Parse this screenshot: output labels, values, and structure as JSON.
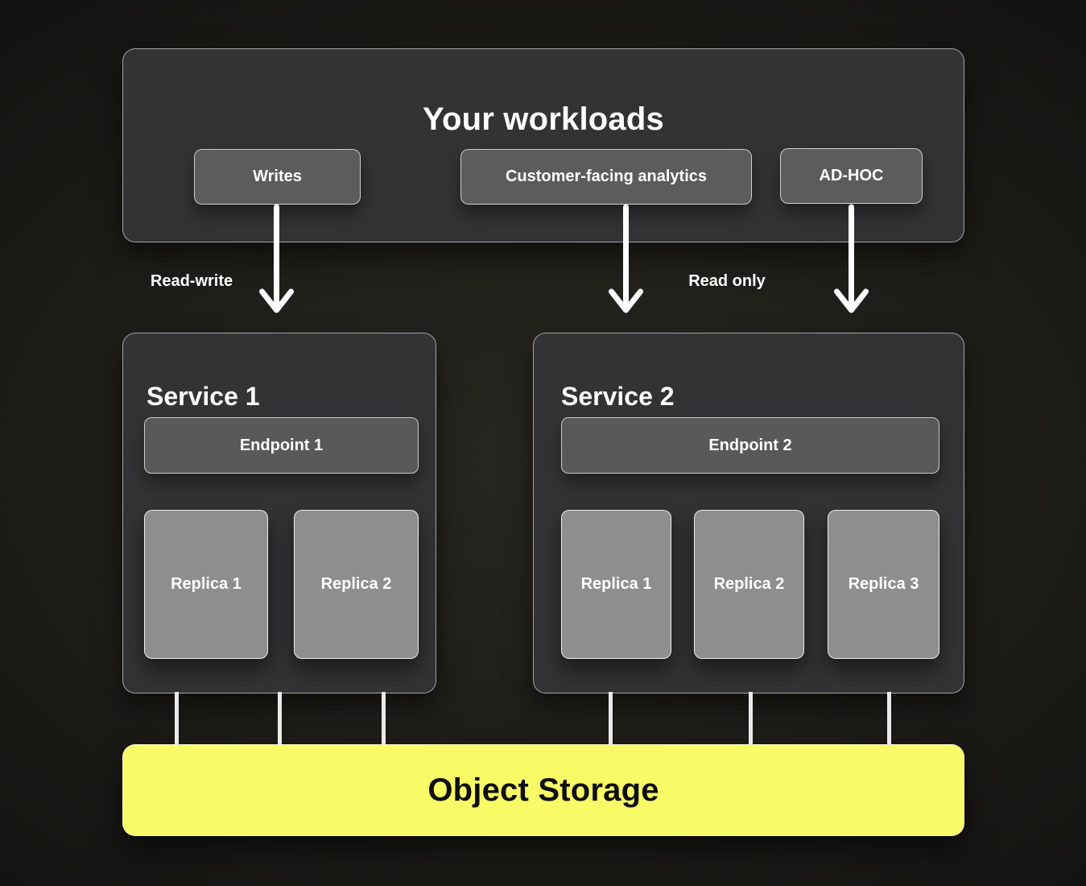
{
  "workloads_panel": {
    "title": "Your workloads",
    "chips": [
      {
        "label": "Writes"
      },
      {
        "label": "Customer-facing analytics"
      },
      {
        "label": "AD-HOC"
      }
    ]
  },
  "flow": {
    "read_write_label": "Read-write",
    "read_only_label": "Read only"
  },
  "services": [
    {
      "title": "Service 1",
      "endpoint": "Endpoint 1",
      "replicas": [
        {
          "label": "Replica 1"
        },
        {
          "label": "Replica 2"
        }
      ]
    },
    {
      "title": "Service 2",
      "endpoint": "Endpoint 2",
      "replicas": [
        {
          "label": "Replica 1"
        },
        {
          "label": "Replica 2"
        },
        {
          "label": "Replica 3"
        }
      ]
    }
  ],
  "storage": {
    "label": "Object Storage"
  },
  "colors": {
    "background_center": "#282621",
    "background_edge": "#0d0d0c",
    "panel_gray": "#333336",
    "chip_gray": "#5c5c5e",
    "endpoint_gray": "#59595b",
    "replica_gray": "#8e8e90",
    "storage_yellow": "#f8fb66",
    "arrow_white": "#ffffff"
  }
}
